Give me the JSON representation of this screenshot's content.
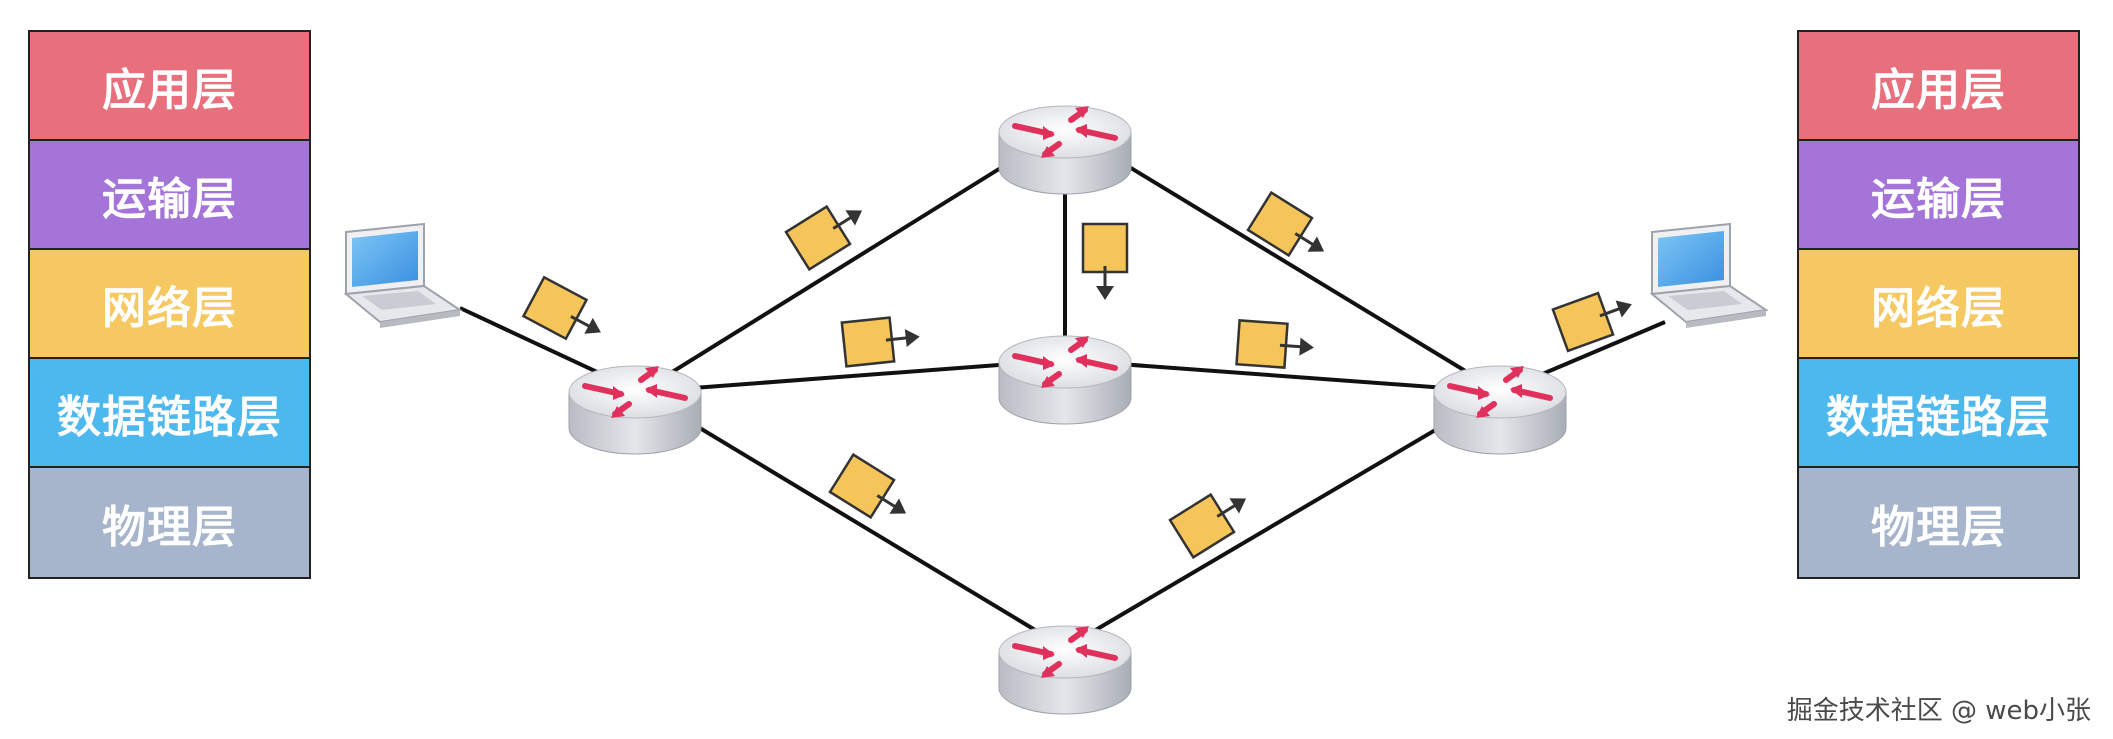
{
  "stack_left": {
    "layers": [
      {
        "label": "应用层",
        "color": "#e8707c"
      },
      {
        "label": "运输层",
        "color": "#a474d9"
      },
      {
        "label": "网络层",
        "color": "#f6c862"
      },
      {
        "label": "数据链路层",
        "color": "#4cb8ee"
      },
      {
        "label": "物理层",
        "color": "#a6b4cc"
      }
    ]
  },
  "stack_right": {
    "layers": [
      {
        "label": "应用层",
        "color": "#e8707c"
      },
      {
        "label": "运输层",
        "color": "#a474d9"
      },
      {
        "label": "网络层",
        "color": "#f6c862"
      },
      {
        "label": "数据链路层",
        "color": "#4cb8ee"
      },
      {
        "label": "物理层",
        "color": "#a6b4cc"
      }
    ]
  },
  "network": {
    "routers": [
      "r-left",
      "r-top",
      "r-mid",
      "r-bottom",
      "r-right"
    ],
    "hosts": [
      "host-left",
      "host-right"
    ],
    "links": [
      [
        "host-left",
        "r-left"
      ],
      [
        "r-left",
        "r-top"
      ],
      [
        "r-left",
        "r-mid"
      ],
      [
        "r-left",
        "r-bottom"
      ],
      [
        "r-top",
        "r-mid"
      ],
      [
        "r-top",
        "r-right"
      ],
      [
        "r-mid",
        "r-right"
      ],
      [
        "r-bottom",
        "r-right"
      ],
      [
        "r-right",
        "host-right"
      ]
    ],
    "packet_color": "#f6c55a",
    "arrow_color": "#e0305c"
  },
  "watermark": "掘金技术社区 @ web小张"
}
